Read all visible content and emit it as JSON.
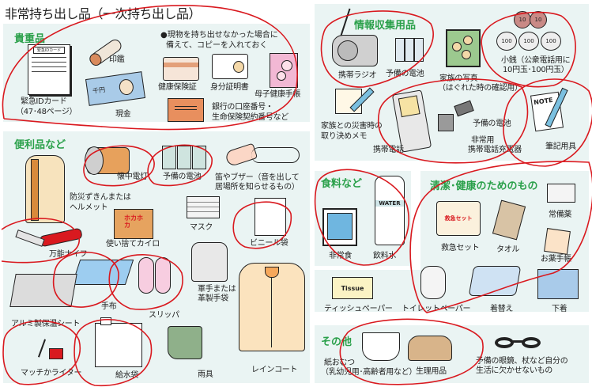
{
  "title": "非常持ち出し品（一次持ち出し品）",
  "accent_color": "#2aa04a",
  "panel_color": "#eaf4f3",
  "annotation_color": "#d9191f",
  "valuables": {
    "heading": "貴重品",
    "note_line1": "●現物を持ち出せなかった場合に",
    "note_line2": "備えて、コピーを入れておく",
    "id_card_text": "緊急IDカード",
    "items": [
      {
        "label": "緊急IDカード"
      },
      {
        "label": "（47･48ページ）"
      },
      {
        "label": "印鑑"
      },
      {
        "label": "現金"
      },
      {
        "label": "健康保険証"
      },
      {
        "label": "身分証明書"
      },
      {
        "label": "母子健康手帳"
      },
      {
        "label": "銀行の口座番号・"
      },
      {
        "label": "生命保険契約番号など"
      }
    ],
    "cash_text": "千円"
  },
  "convenience": {
    "heading": "便利品など",
    "items": [
      {
        "label": "懐中電灯"
      },
      {
        "label": "予備の電池"
      },
      {
        "label": "笛やブザー（音を出して"
      },
      {
        "label": "居場所を知らせるもの）"
      },
      {
        "label": "防災ずきんまたは"
      },
      {
        "label": "ヘルメット"
      },
      {
        "label": "マスク"
      },
      {
        "label": "使い捨てカイロ"
      },
      {
        "label": "ビニール袋"
      },
      {
        "label": "万能ナイフ"
      },
      {
        "label": "軍手または"
      },
      {
        "label": "革製手袋"
      },
      {
        "label": "手布"
      },
      {
        "label": "スリッパ"
      },
      {
        "label": "アルミ製保温シート"
      },
      {
        "label": "マッチかライター"
      },
      {
        "label": "給水袋"
      },
      {
        "label": "雨具"
      },
      {
        "label": "レインコート"
      }
    ],
    "kairo_text": "ホカホカ"
  },
  "information": {
    "heading": "情報収集用品",
    "items": [
      {
        "label": "携帯ラジオ"
      },
      {
        "label": "予備の電池"
      },
      {
        "label": "家族の写真"
      },
      {
        "label": "（はぐれた時の確認用）"
      },
      {
        "label": "小銭（公衆電話用に"
      },
      {
        "label": "10円玉･100円玉）"
      },
      {
        "label": "家族との災害時の"
      },
      {
        "label": "取り決めメモ"
      },
      {
        "label": "携帯電話"
      },
      {
        "label": "予備の電池"
      },
      {
        "label": "非常用"
      },
      {
        "label": "携帯電話充電器"
      },
      {
        "label": "筆記用具"
      }
    ],
    "coin_10": "10",
    "coin_100": "100",
    "note_text": "NOTE"
  },
  "food": {
    "heading": "食料など",
    "items": [
      {
        "label": "非常食"
      },
      {
        "label": "飲料水"
      }
    ],
    "water_text": "WATER"
  },
  "hygiene": {
    "heading": "清潔･健康のためのもの",
    "items": [
      {
        "label": "救急セット"
      },
      {
        "label": "タオル"
      },
      {
        "label": "常備薬"
      },
      {
        "label": "お薬手帳"
      },
      {
        "label": "ティッシュペーパー"
      },
      {
        "label": "トイレットペーパー"
      },
      {
        "label": "着替え"
      },
      {
        "label": "下着"
      }
    ],
    "kit_text": "救急セット",
    "tissue_text": "Tissue"
  },
  "other": {
    "heading": "その他",
    "items": [
      {
        "label": "紙おむつ"
      },
      {
        "label": "（乳幼児用･高齢者用など）"
      },
      {
        "label": "生理用品"
      },
      {
        "label": "予備の眼鏡、杖など自分の"
      },
      {
        "label": "生活に欠かせないもの"
      }
    ]
  }
}
